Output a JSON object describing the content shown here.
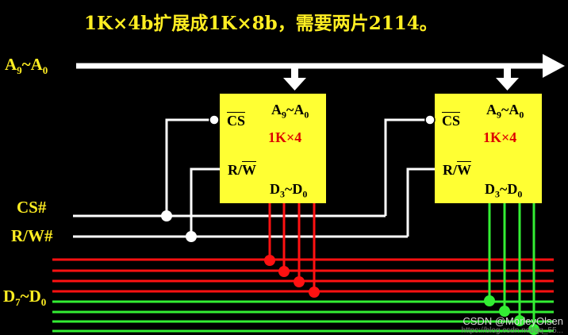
{
  "title": "1K×4b扩展成1K×8b，需要两片2114。",
  "address_bus_label": "A",
  "cs_label": "CS#",
  "rw_label": "R/W#",
  "data_bus_label": "D",
  "chips": [
    {
      "cs": "CS",
      "addr": "A",
      "cap": "1K×4",
      "rw_r": "R/",
      "rw_w": "W",
      "data": "D"
    },
    {
      "cs": "CS",
      "addr": "A",
      "cap": "1K×4",
      "rw_r": "R/",
      "rw_w": "W",
      "data": "D"
    }
  ],
  "sub": {
    "a_hi": "9",
    "a_lo": "0",
    "d_hi": "7",
    "d_lo": "0",
    "chip_d_hi": "3"
  },
  "watermark": "CSDN @MorleyOlsen",
  "watermark_url": "https://blog.csdn.net/qq_55..."
}
